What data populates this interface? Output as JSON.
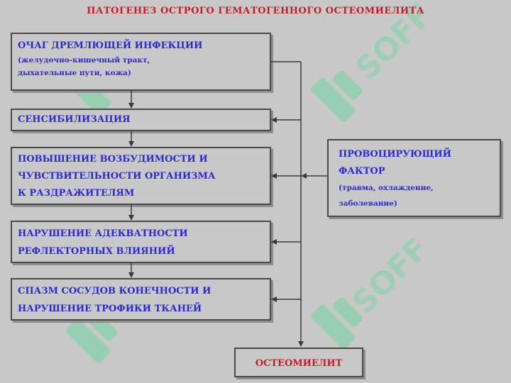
{
  "title": "ПАТОГЕНЕЗ ОСТРОГО ГЕМАТОГЕННОГО ОСТЕОМИЕЛИТА",
  "boxes": {
    "infection": {
      "line1": "ОЧАГ ДРЕМЛЮЩЕЙ ИНФЕКЦИИ",
      "line2": "(желудочно-кишечный тракт,",
      "line3": "дыхательные пути, кожа)"
    },
    "sensitization": {
      "line1": "СЕНСИБИЛИЗАЦИЯ"
    },
    "excitability": {
      "line1": "ПОВЫШЕНИЕ ВОЗБУДИМОСТИ И",
      "line2": "ЧУВСТВИТЕЛЬНОСТИ ОРГАНИЗМА",
      "line3": "К РАЗДРАЖИТЕЛЯМ"
    },
    "reflex": {
      "line1": "НАРУШЕНИЕ АДЕКВАТНОСТИ",
      "line2": "РЕФЛЕКТОРНЫХ ВЛИЯНИЙ"
    },
    "spasm": {
      "line1": "СПАЗМ СОСУДОВ КОНЕЧНОСТИ И",
      "line2": "НАРУШЕНИЕ ТРОФИКИ ТКАНЕЙ"
    },
    "provoking": {
      "line1": "ПРОВОЦИРУЮЩИЙ",
      "line2": "ФАКТОР",
      "line3": "(травма, охлаждение,",
      "line4": "заболевание)"
    },
    "result": {
      "line1": "ОСТЕОМИЕЛИТ"
    }
  },
  "watermark": {
    "text": "SOFF"
  },
  "colors": {
    "background": "#c8c8c8",
    "box_text": "#2a2ad6",
    "title_text": "#c0202a",
    "result_text": "#c0202a",
    "border": "#4a4a4a",
    "watermark": "#5fd99a"
  }
}
